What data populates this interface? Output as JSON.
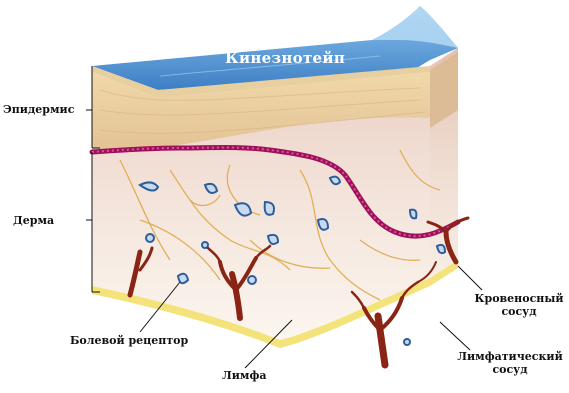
{
  "tape_label": "Кинезнотейп",
  "labels": {
    "epidermis": "Эпидермис",
    "dermis": "Дерма",
    "pain_receptor": "Болевой рецептор",
    "lymph": "Лимфа",
    "blood_vessel": "Кровеносный сосуд",
    "lymph_vessel": "Лимфатический сосуд"
  },
  "colors": {
    "tape": "#5a9bd8",
    "epidermis": "#e9cfa0",
    "dermis_upper": "#edd3c6",
    "dermis_lower": "#f7efe6",
    "basal_membrane": "#a0105a",
    "blood_vessel": "#8a2414",
    "lymph_vessel": "#f2e37a",
    "receptor": "#2e5e9a",
    "nerve": "#e0a94a"
  }
}
